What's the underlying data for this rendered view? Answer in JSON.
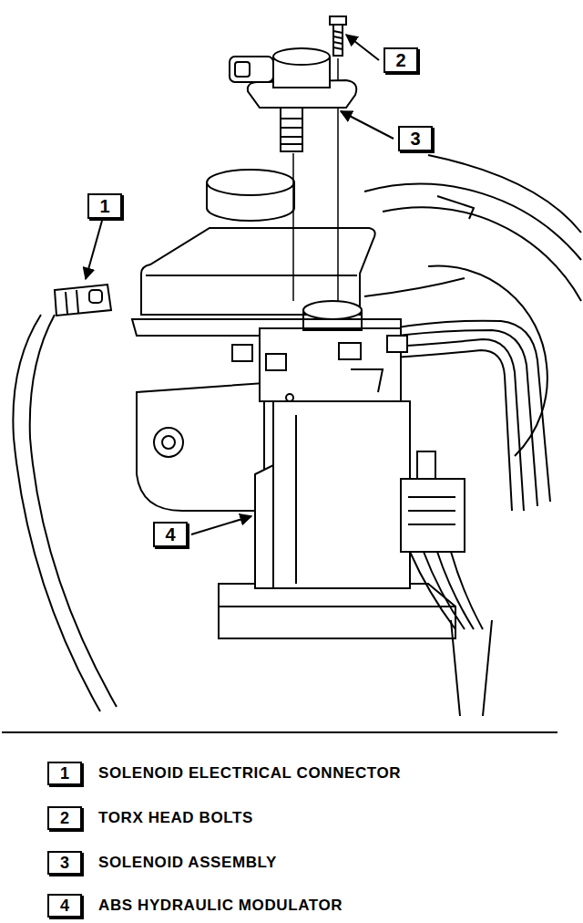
{
  "diagram": {
    "nodes": [
      {
        "text": [
          "2"
        ]
      },
      {
        "text": [
          "3"
        ]
      },
      {
        "text": [
          "1"
        ]
      },
      {
        "text": [
          "4"
        ]
      },
      {
        "text": [
          "1",
          "SOLENOID ELECTRICAL CONNECTOR"
        ]
      },
      {
        "text": [
          "2",
          "TORX HEAD BOLTS"
        ]
      },
      {
        "text": [
          "3",
          "SOLENOID ASSEMBLY"
        ]
      },
      {
        "text": [
          "4",
          "ABS HYDRAULIC MODULATOR"
        ]
      }
    ]
  }
}
